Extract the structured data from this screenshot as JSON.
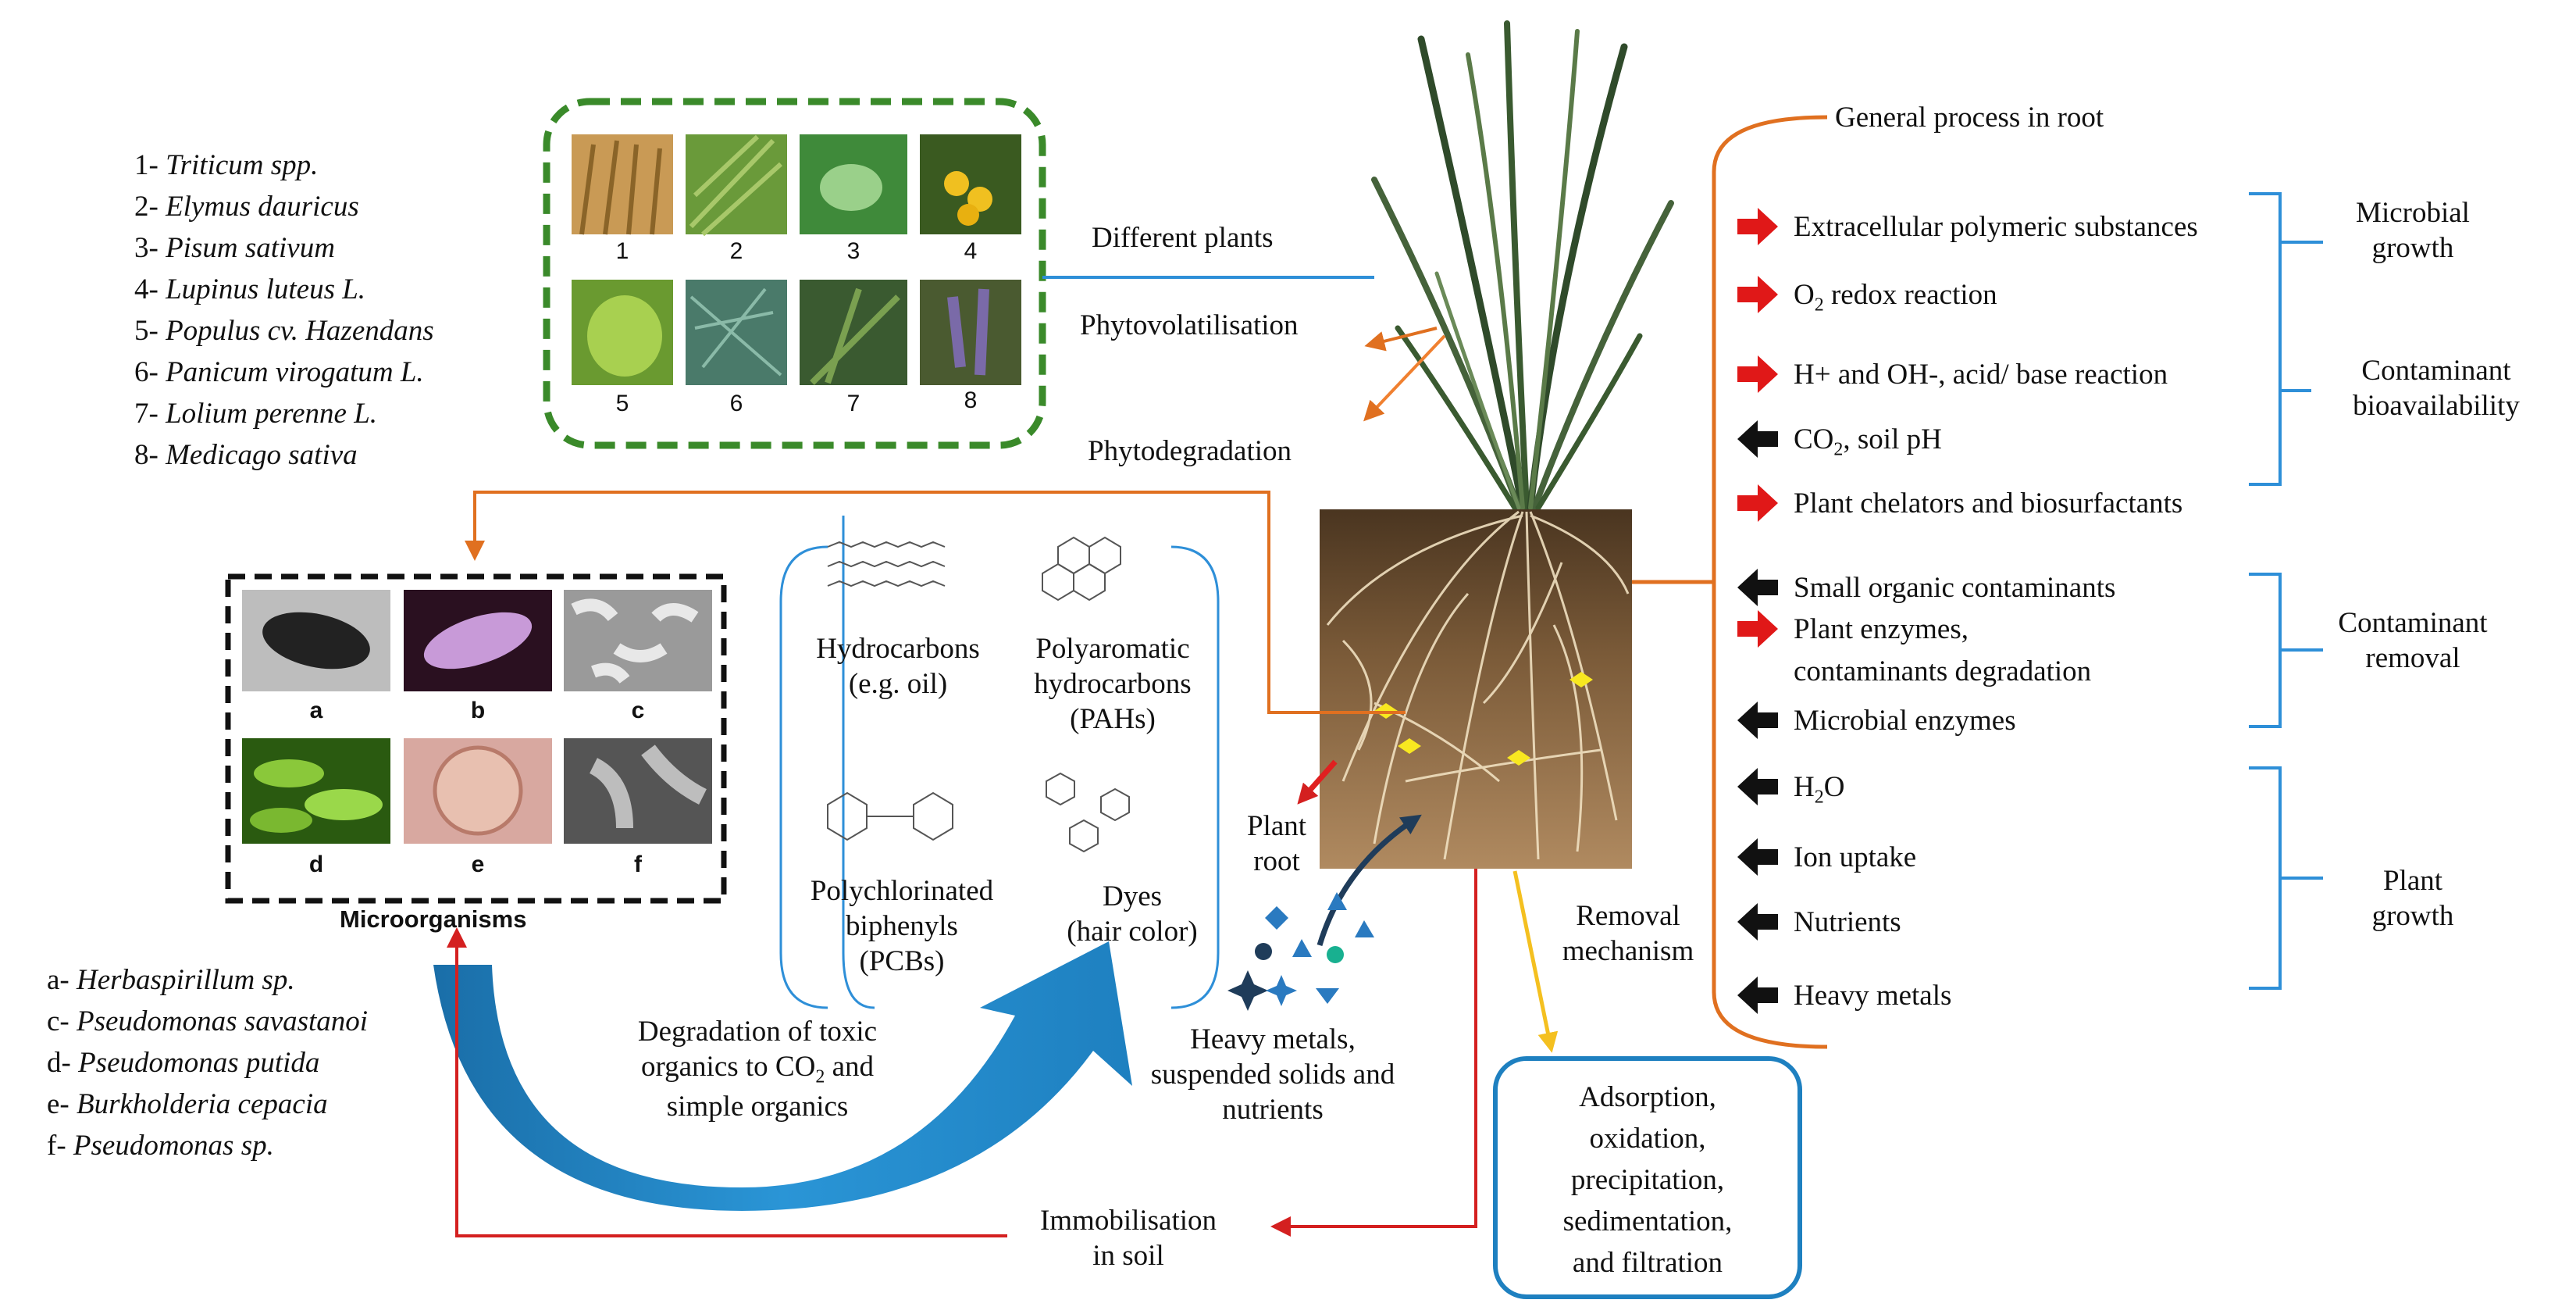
{
  "plants_legend": [
    {
      "num": "1-",
      "name": "Triticum spp."
    },
    {
      "num": "2-",
      "name": "Elymus dauricus"
    },
    {
      "num": "3-",
      "name": "Pisum sativum"
    },
    {
      "num": "4-",
      "name": "Lupinus luteus L."
    },
    {
      "num": "5-",
      "name": "Populus cv. Hazendans"
    },
    {
      "num": "6-",
      "name": "Panicum virogatum L."
    },
    {
      "num": "7-",
      "name": "Lolium perenne L."
    },
    {
      "num": "8-",
      "name": "Medicago sativa"
    }
  ],
  "plant_thumbs": [
    "1",
    "2",
    "3",
    "4",
    "5",
    "6",
    "7",
    "8"
  ],
  "micro_thumbs": [
    "a",
    "b",
    "c",
    "d",
    "e",
    "f"
  ],
  "micro_title": "Microorganisms",
  "micro_legend": [
    {
      "num": "a-",
      "name": "Herbaspirillum sp."
    },
    {
      "num": "c-",
      "name": "Pseudomonas savastanoi"
    },
    {
      "num": "d-",
      "name": "Pseudomonas putida"
    },
    {
      "num": "e-",
      "name": "Burkholderia cepacia"
    },
    {
      "num": "f-",
      "name": "Pseudomonas sp."
    }
  ],
  "labels": {
    "different_plants": "Different plants",
    "phytovolatilisation": "Phytovolatilisation",
    "phytodegradation": "Phytodegradation",
    "plant_root_1": "Plant",
    "plant_root_2": "root",
    "removal_1": "Removal",
    "removal_2": "mechanism",
    "heavy_1": "Heavy metals,",
    "heavy_2": "suspended solids and",
    "heavy_3": "nutrients",
    "immob_1": "Immobilisation",
    "immob_2": "in soil",
    "deg_1": "Degradation of toxic",
    "deg_2a": "organics to CO",
    "deg_2sub": "2",
    "deg_2b": " and",
    "deg_3": "simple organics"
  },
  "contaminants": {
    "hydro_1": "Hydrocarbons",
    "hydro_2": "(e.g. oil)",
    "pah_1": "Polyaromatic",
    "pah_2": "hydrocarbons",
    "pah_3": "(PAHs)",
    "pcb_1": "Polychlorinated",
    "pcb_2": "biphenyls",
    "pcb_3": "(PCBs)",
    "dye_1": "Dyes",
    "dye_2": "(hair color)"
  },
  "removal_box": [
    "Adsorption,",
    "oxidation,",
    "precipitation,",
    "sedimentation,",
    "and filtration"
  ],
  "root_process": {
    "title": "General process in root",
    "items": [
      {
        "pre": "Extracellular polymeric substances",
        "sub": "",
        "post": "",
        "arrow": "red"
      },
      {
        "pre": "O",
        "sub": "2",
        "post": " redox reaction",
        "arrow": "red"
      },
      {
        "pre": "H+ and OH-, acid/ base reaction",
        "sub": "",
        "post": "",
        "arrow": "red"
      },
      {
        "pre": "CO",
        "sub": "2",
        "post": ", soil pH",
        "arrow": "black"
      },
      {
        "pre": "Plant chelators and biosurfactants",
        "sub": "",
        "post": "",
        "arrow": "red"
      },
      {
        "pre": "Small organic contaminants",
        "sub": "",
        "post": "",
        "arrow": "black"
      },
      {
        "pre": "Plant enzymes,",
        "sub": "",
        "post": "",
        "arrow": "red"
      },
      {
        "pre": "contaminants degradation",
        "sub": "",
        "post": "",
        "arrow": "none"
      },
      {
        "pre": "Microbial enzymes",
        "sub": "",
        "post": "",
        "arrow": "black"
      },
      {
        "pre": "H",
        "sub": "2",
        "post": "O",
        "arrow": "black"
      },
      {
        "pre": "Ion uptake",
        "sub": "",
        "post": "",
        "arrow": "black"
      },
      {
        "pre": "Nutrients",
        "sub": "",
        "post": "",
        "arrow": "black"
      },
      {
        "pre": "Heavy metals",
        "sub": "",
        "post": "",
        "arrow": "black"
      }
    ],
    "groups": [
      {
        "line1": "Microbial",
        "line2": "growth"
      },
      {
        "line1": "Contaminant",
        "line2": "bioavailability"
      },
      {
        "line1": "Contaminant",
        "line2": "removal"
      },
      {
        "line1": "Plant",
        "line2": "growth"
      }
    ]
  },
  "colors": {
    "orange": "#e07020",
    "blue": "#2e8fd8",
    "red": "#d42020",
    "green_dash": "#3a8a2a",
    "big_arrow": "#1e86c4",
    "yellow": "#f4c020"
  }
}
